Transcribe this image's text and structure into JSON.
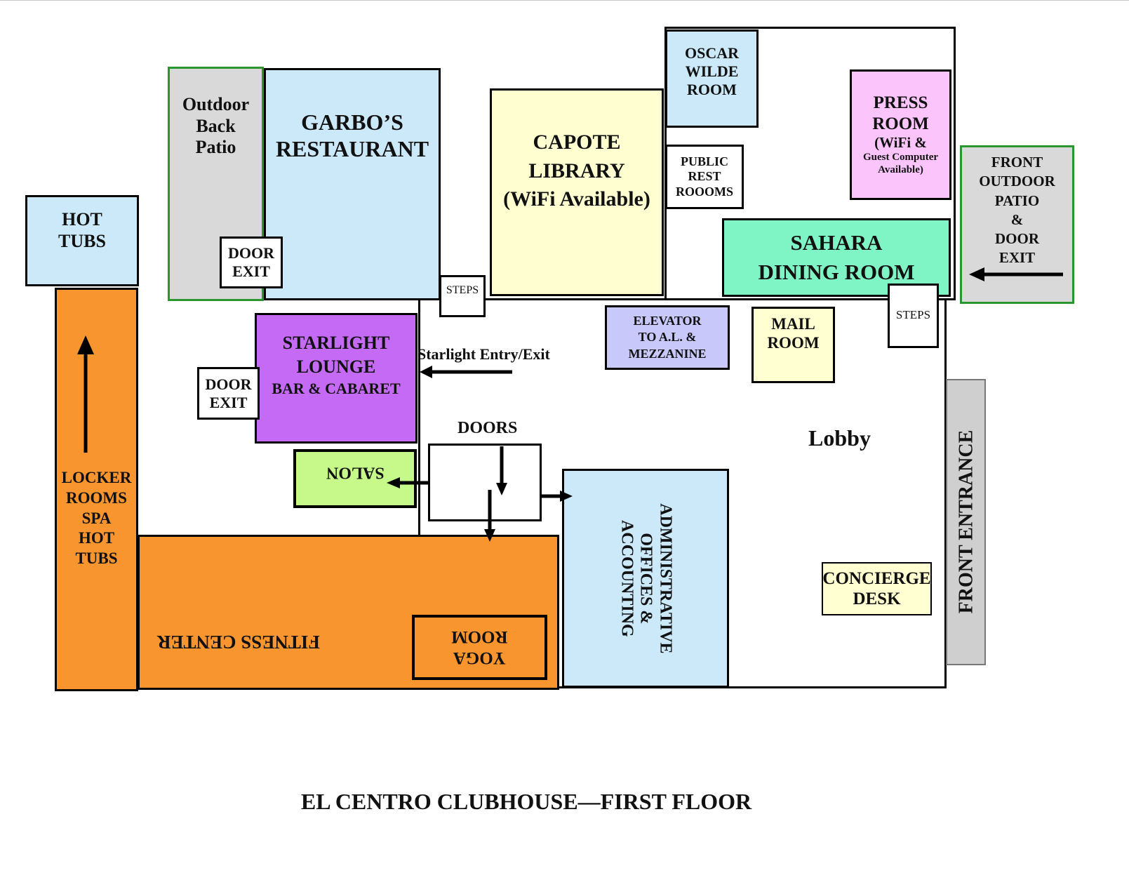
{
  "title": "EL CENTRO CLUBHOUSE—FIRST FLOOR",
  "rooms": {
    "hot_tubs": [
      "HOT",
      "TUBS"
    ],
    "outdoor_back_patio": [
      "Outdoor",
      "Back",
      "Patio"
    ],
    "back_door_exit": [
      "DOOR",
      "EXIT"
    ],
    "garbos": [
      "GARBO’S",
      "RESTAURANT"
    ],
    "capote": [
      "CAPOTE",
      "LIBRARY",
      "(WiFi Available)"
    ],
    "oscar_wilde": [
      "OSCAR",
      "WILDE",
      "ROOM"
    ],
    "public_rest_rooms": [
      "PUBLIC",
      "REST",
      "ROOOMS"
    ],
    "press_room": [
      "PRESS",
      "ROOM",
      "(WiFi &",
      "Guest Computer",
      "Available)"
    ],
    "front_outdoor_patio": [
      "FRONT",
      "OUTDOOR",
      "PATIO",
      "&",
      "DOOR",
      "EXIT"
    ],
    "sahara": [
      "SAHARA",
      "DINING ROOM"
    ],
    "steps_left": "STEPS",
    "steps_right": "STEPS",
    "elevator": [
      "ELEVATOR",
      "TO A.L. &",
      "MEZZANINE"
    ],
    "mail_room": [
      "MAIL",
      "ROOM"
    ],
    "starlight": [
      "STARLIGHT",
      "LOUNGE",
      "BAR & CABARET"
    ],
    "starlight_entry": "Starlight Entry/Exit",
    "lounge_door_exit": [
      "DOOR",
      "EXIT"
    ],
    "doors": "DOORS",
    "salon": "SALON",
    "lobby": "Lobby",
    "front_entrance": "FRONT ENTRANCE",
    "admin": [
      "ADMINISTRATIVE",
      "OFFICES &",
      "ACCOUNTING"
    ],
    "concierge": [
      "CONCIERGE",
      "DESK"
    ],
    "locker_rooms": [
      "LOCKER",
      "ROOMS",
      "SPA",
      "HOT TUBS"
    ],
    "fitness_center": "FITNESS CENTER",
    "yoga_room": [
      "YOGA",
      "ROOM"
    ]
  },
  "colors": {
    "light_blue": "#cce9fa",
    "light_gray": "#d9d9d9",
    "light_yellow": "#fefed0",
    "pink": "#fbc4fa",
    "mint": "#7ff5c5",
    "lavender": "#c8c8fb",
    "cream": "#ffffd2",
    "purple": "#c56af5",
    "lime": "#c6f98a",
    "orange": "#f9952f",
    "gray": "#cfcfcf",
    "green_border": "#2b9530"
  }
}
